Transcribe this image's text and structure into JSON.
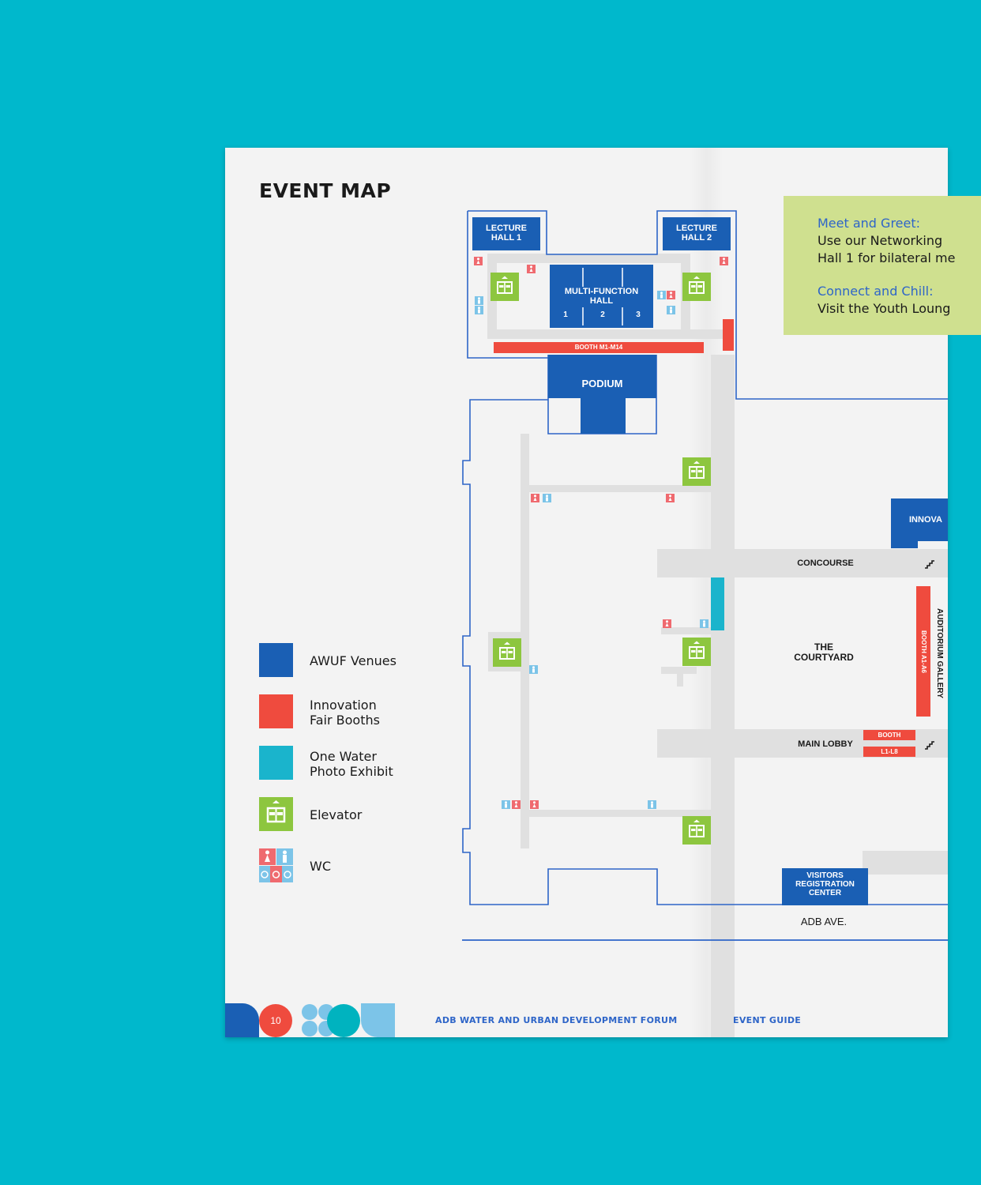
{
  "title": "EVENT MAP",
  "legend": [
    {
      "label": "AWUF Venues",
      "color": "#1a5fb4"
    },
    {
      "label": "Innovation\nFair Booths",
      "color": "#ef4b3e"
    },
    {
      "label": "One Water\nPhoto Exhibit",
      "color": "#1ab4cc"
    },
    {
      "label": "Elevator",
      "color": "#8dc63f",
      "icon": "elevator-icon"
    },
    {
      "label": "WC",
      "icon": "restroom-icon"
    }
  ],
  "venues": {
    "lecture_hall_1": "LECTURE\nHALL 1",
    "lecture_hall_2": "LECTURE\nHALL 2",
    "multi_function_hall": "MULTI-FUNCTION\nHALL",
    "mfh_sections": [
      "1",
      "2",
      "3"
    ],
    "podium": "PODIUM",
    "innovation": "INNOVA",
    "visitors_registration": "VISITORS\nREGISTRATION\nCENTER"
  },
  "booths": {
    "m": "BOOTH M1-M14",
    "a": "BOOTH A1-A6",
    "l_top": "BOOTH",
    "l_bottom": "L1-L8"
  },
  "areas": {
    "concourse": "CONCOURSE",
    "courtyard": "THE\nCOURTYARD",
    "auditorium_gallery": "AUDITORIUM GALLERY",
    "main_lobby": "MAIN LOBBY",
    "street": "ADB AVE."
  },
  "callout": {
    "heading1": "Meet and Greet:",
    "line1": "Use our Networking",
    "line2": "Hall 1 for bilateral me",
    "heading2": "Connect and Chill:",
    "line3": "Visit the Youth Loung"
  },
  "footer": {
    "page_number": "10",
    "forum": "ADB WATER AND URBAN DEVELOPMENT FORUM",
    "guide": "EVENT GUIDE"
  },
  "colors": {
    "venue": "#1a5fb4",
    "booth": "#ef4b3e",
    "exhibit": "#1ab4cc",
    "elevator": "#8dc63f",
    "wc_female": "#ef6a6f",
    "wc_male": "#7cc4e8",
    "outline": "#2e65c8",
    "corridor": "#e0e0e0"
  }
}
